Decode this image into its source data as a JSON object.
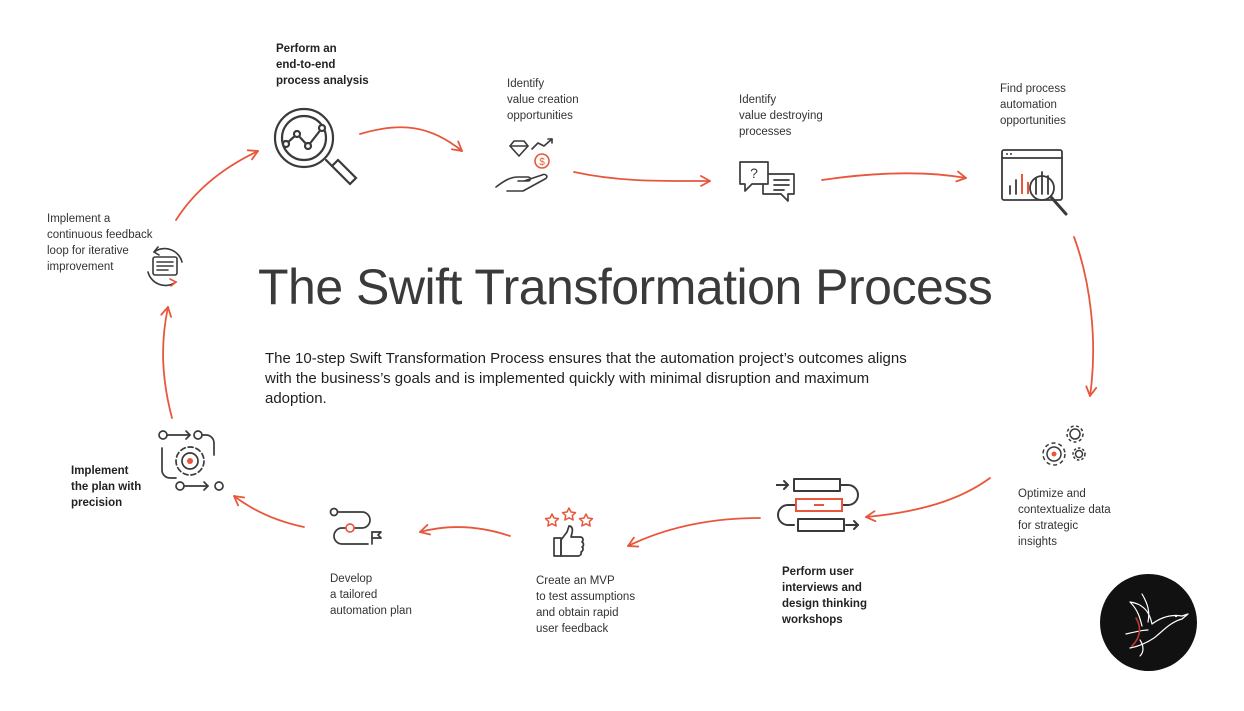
{
  "title": "The Swift Transformation Process",
  "description": "The 10-step Swift Transformation Process ensures that the automation project’s outcomes aligns with the business’s goals and is implemented quickly with minimal disruption and maximum adoption.",
  "colors": {
    "accent": "#e8573c",
    "icon_stroke": "#3a3a3a",
    "text": "#2b2b2b"
  },
  "steps": [
    {
      "label": "Perform an\nend-to-end\nprocess analysis",
      "icon": "magnifier-chart-icon"
    },
    {
      "label": "Identify\nvalue creation\nopportunities",
      "icon": "hand-diamond-dollar-icon"
    },
    {
      "label": "Identify\nvalue destroying\nprocesses",
      "icon": "chat-question-icon"
    },
    {
      "label": "Find process\nautomation\nopportunities",
      "icon": "dashboard-search-icon"
    },
    {
      "label": "Optimize and\ncontextualize data\nfor strategic\ninsights",
      "icon": "gears-icon"
    },
    {
      "label": "Perform user\ninterviews and\ndesign thinking\nworkshops",
      "icon": "flow-blocks-icon"
    },
    {
      "label": "Create an MVP\nto test assumptions\nand obtain rapid\nuser feedback",
      "icon": "thumbs-up-stars-icon"
    },
    {
      "label": "Develop\na tailored\nautomation plan",
      "icon": "path-flag-icon"
    },
    {
      "label": "Implement\nthe plan with\nprecision",
      "icon": "gear-network-icon"
    },
    {
      "label": "Implement a\ncontinuous feedback\nloop for iterative\nimprovement",
      "icon": "feedback-loop-icon"
    }
  ],
  "logo": {
    "icon": "hummingbird-logo-icon"
  }
}
